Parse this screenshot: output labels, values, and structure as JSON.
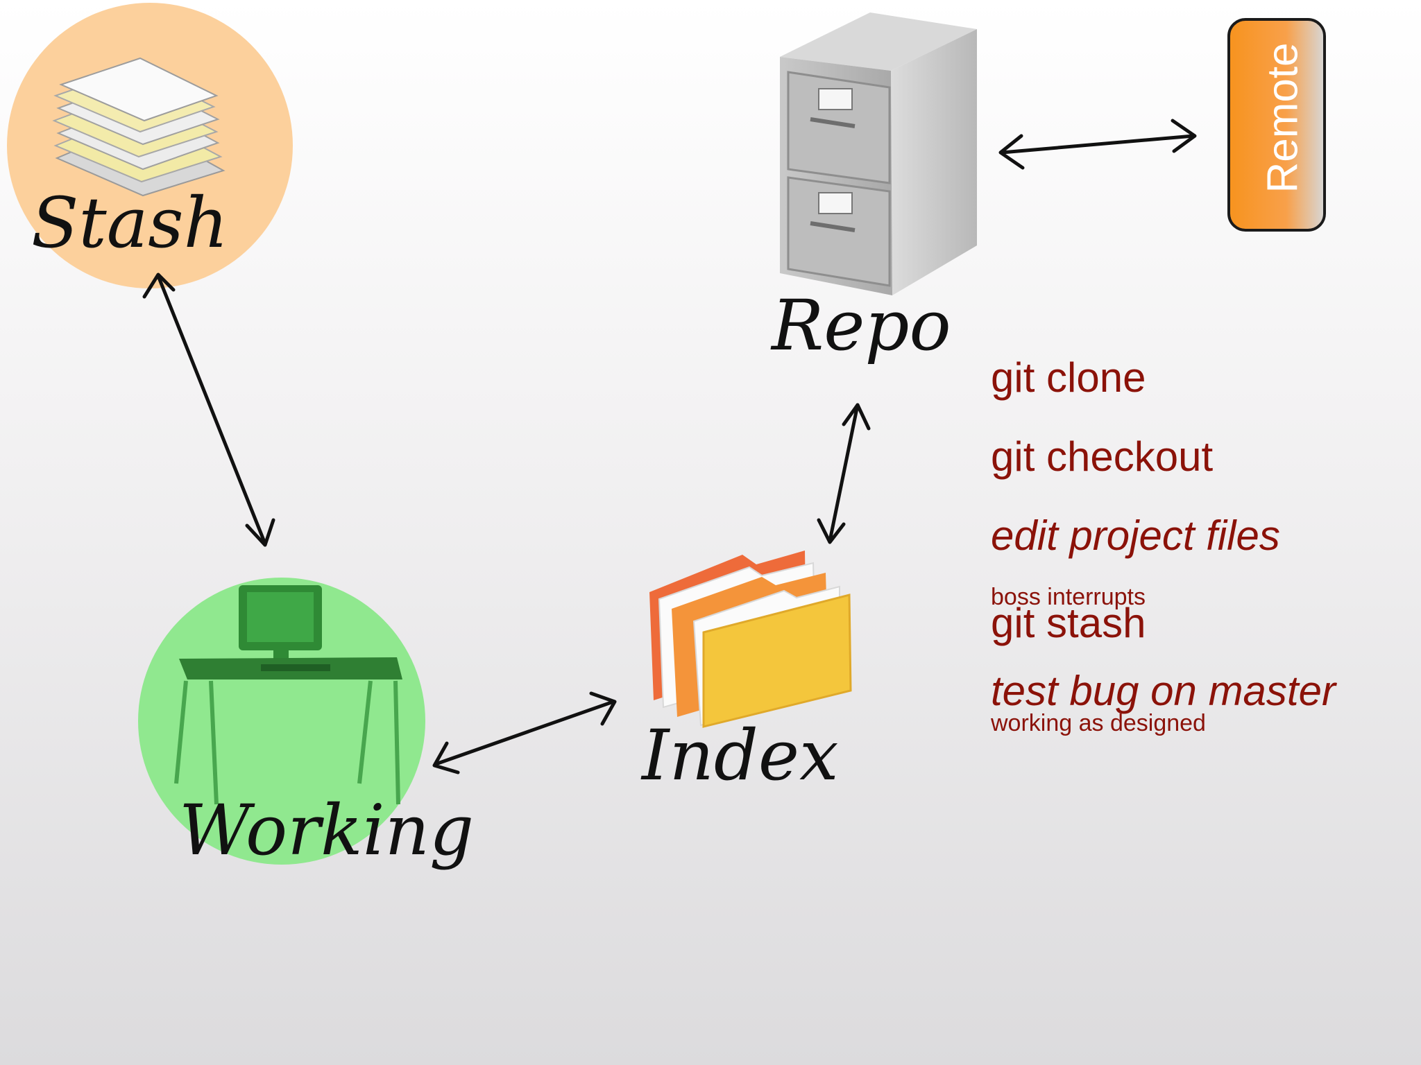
{
  "nodes": {
    "stash": {
      "label": "Stash"
    },
    "working": {
      "label": "Working"
    },
    "index": {
      "label": "Index"
    },
    "repo": {
      "label": "Repo"
    },
    "remote": {
      "label": "Remote"
    }
  },
  "steps": [
    {
      "text": "git clone"
    },
    {
      "text": "git checkout"
    },
    {
      "text": "edit project files"
    },
    {
      "text": "boss interrupts"
    },
    {
      "text": "git stash"
    },
    {
      "text": "test bug on master"
    },
    {
      "text": "working as designed"
    }
  ],
  "colors": {
    "stash_circle": "#fcd09c",
    "working_circle": "#90e88f",
    "remote_box": "#f7931e",
    "step_text": "#8b1209"
  }
}
